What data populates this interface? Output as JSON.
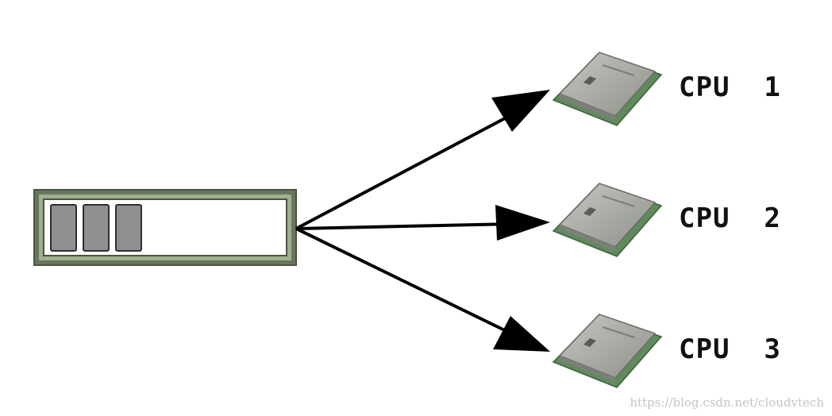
{
  "diagram": {
    "queue": {
      "filled_slots": 3
    },
    "cpus": [
      {
        "label": "CPU  1",
        "icon": "cpu-chip-icon"
      },
      {
        "label": "CPU  2",
        "icon": "cpu-chip-icon"
      },
      {
        "label": "CPU  3",
        "icon": "cpu-chip-icon"
      }
    ],
    "arrow_icon": "arrow-head-icon"
  },
  "watermark": "https://blog.csdn.net/cloudvtech",
  "colors": {
    "queue_border": "#5f6b55",
    "queue_inner_border": "#8fa07f",
    "slot_fill": "#8f8f8f",
    "arrow": "#000000",
    "chip_body": "#a9aca4",
    "chip_edge": "#6e8f6a",
    "label_text": "#111111",
    "watermark_text": "#c4c4c4"
  }
}
